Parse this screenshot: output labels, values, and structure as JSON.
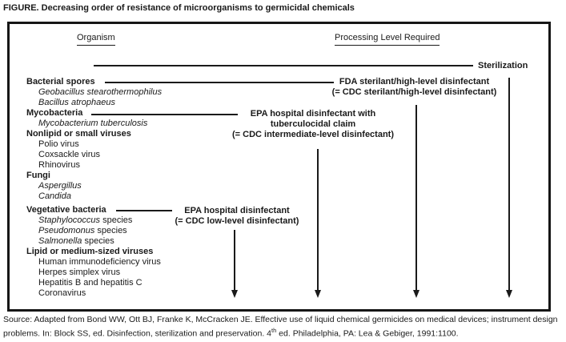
{
  "title": "FIGURE. Decreasing order of resistance of microorganisms to germicidal chemicals",
  "diagram": {
    "column_headers": {
      "organism": "Organism",
      "processing_level": "Processing Level Required"
    },
    "organisms": [
      {
        "type": "category",
        "label": "Bacterial spores",
        "italic": "",
        "plain": ""
      },
      {
        "type": "species",
        "label": "",
        "italic": "Geobacillus stearothermophilus",
        "plain": ""
      },
      {
        "type": "species",
        "label": "",
        "italic": "Bacillus atrophaeus",
        "plain": ""
      },
      {
        "type": "category",
        "label": "Mycobacteria",
        "italic": "",
        "plain": ""
      },
      {
        "type": "species",
        "label": "",
        "italic": "Mycobacterium tuberculosis",
        "plain": ""
      },
      {
        "type": "category",
        "label": "Nonlipid or small viruses",
        "italic": "",
        "plain": ""
      },
      {
        "type": "species",
        "label": "",
        "italic": "",
        "plain": "Polio virus"
      },
      {
        "type": "species",
        "label": "",
        "italic": "",
        "plain": "Coxsackle virus"
      },
      {
        "type": "species",
        "label": "",
        "italic": "",
        "plain": "Rhinovirus"
      },
      {
        "type": "category",
        "label": "Fungi",
        "italic": "",
        "plain": ""
      },
      {
        "type": "species",
        "label": "",
        "italic": "Aspergillus",
        "plain": ""
      },
      {
        "type": "species",
        "label": "",
        "italic": "Candida",
        "plain": ""
      },
      {
        "type": "category",
        "label": "Vegetative bacteria",
        "italic": "",
        "plain": ""
      },
      {
        "type": "species",
        "label": "",
        "italic": "Staphylococcus",
        "plain": " species"
      },
      {
        "type": "species",
        "label": "",
        "italic": "Pseudomonus",
        "plain": " species"
      },
      {
        "type": "species",
        "label": "",
        "italic": "Salmonella",
        "plain": " species"
      },
      {
        "type": "category",
        "label": "Lipid or medium-sized viruses",
        "italic": "",
        "plain": ""
      },
      {
        "type": "species",
        "label": "",
        "italic": "",
        "plain": "Human immunodeficiency virus"
      },
      {
        "type": "species",
        "label": "",
        "italic": "",
        "plain": "Herpes simplex virus"
      },
      {
        "type": "species",
        "label": "",
        "italic": "",
        "plain": "Hepatitis B and hepatitis C"
      },
      {
        "type": "species",
        "label": "",
        "italic": "",
        "plain": "Coronavirus"
      }
    ],
    "processing_levels": {
      "sterilization": {
        "label": "Sterilization"
      },
      "fda_sterilant": {
        "line1": "FDA sterilant/high-level disinfectant",
        "line2": "(= CDC sterilant/high-level disinfectant)"
      },
      "epa_tuberculocidal": {
        "line1": "EPA hospital disinfectant with",
        "line2": "tuberculocidal claim",
        "line3": "(= CDC intermediate-level disinfectant)"
      },
      "epa_low_level": {
        "line1": "EPA hospital disinfectant",
        "line2": "(= CDC low-level disinfectant)"
      }
    }
  },
  "source": {
    "line1": "Source: Adapted from Bond WW, Ott BJ, Franke K, McCracken JE. Effective use of liquid chemical germicides on medical devices; instrument design",
    "line2_pre": "problems. In: Block SS, ed. Disinfection, sterilization and preservation. 4",
    "line2_sup": "th",
    "line2_post": " ed. Philadelphia, PA: Lea & Gebiger, 1991:1100."
  },
  "colors": {
    "text": "#1a1a1a",
    "line": "#1a1a1a",
    "background": "#ffffff"
  }
}
